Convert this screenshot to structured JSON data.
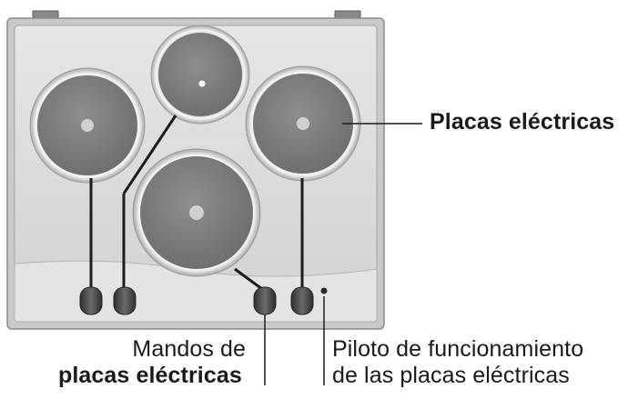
{
  "labels": {
    "plates": "Placas eléctricas",
    "knobs_line1": "Mandos de",
    "knobs_line2": "placas eléctricas",
    "pilot_line1": "Piloto de funcionamiento",
    "pilot_line2": "de las placas eléctricas"
  },
  "colors": {
    "panel": "#dcdcdc",
    "panel_edge": "#9a9a9a",
    "burner": "#7d7d7d",
    "ring": "#f2f2f2",
    "knob": "#4a4a4a",
    "leader": "#222222"
  }
}
